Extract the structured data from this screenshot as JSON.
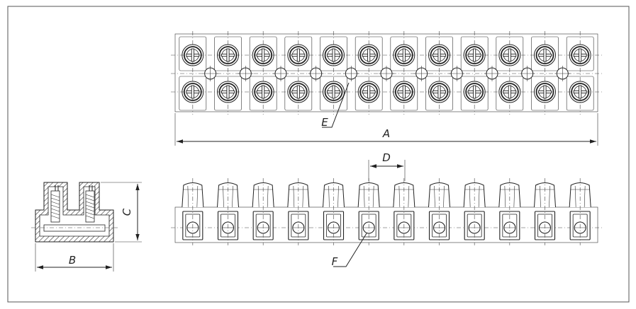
{
  "diagram": {
    "terminal_count": 12,
    "labels": {
      "length": "A",
      "base_width": "B",
      "height": "C",
      "pitch": "D",
      "hole": "E",
      "wire_entry": "F"
    }
  }
}
